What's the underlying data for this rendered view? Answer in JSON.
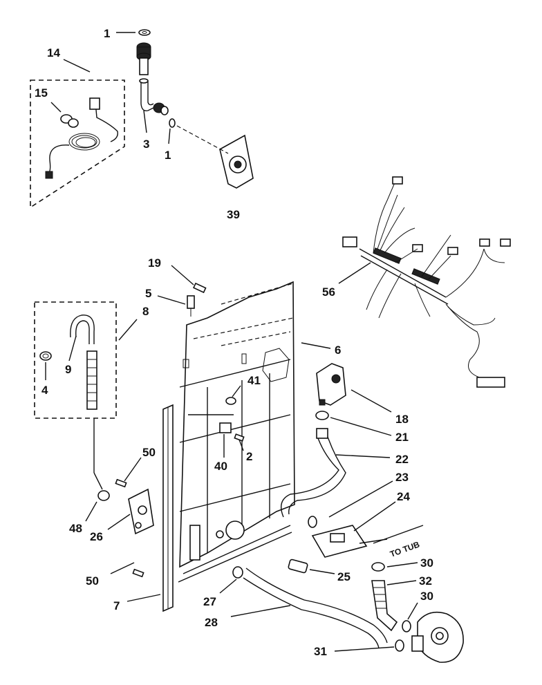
{
  "callouts": {
    "c1a": "1",
    "c14": "14",
    "c15": "15",
    "c3": "3",
    "c1b": "1",
    "c39": "39",
    "c56": "56",
    "c19": "19",
    "c5": "5",
    "c8": "8",
    "c6": "6",
    "c9": "9",
    "c4": "4",
    "c41": "41",
    "c18": "18",
    "c21": "21",
    "c2": "2",
    "c40": "40",
    "c22": "22",
    "c50a": "50",
    "c23": "23",
    "c24": "24",
    "c48": "48",
    "c26": "26",
    "c30a": "30",
    "c25": "25",
    "c32": "32",
    "c50b": "50",
    "c27": "27",
    "c30b": "30",
    "c7": "7",
    "c28": "28",
    "c31": "31"
  },
  "notes": {
    "to_tub": "TO TUB"
  }
}
